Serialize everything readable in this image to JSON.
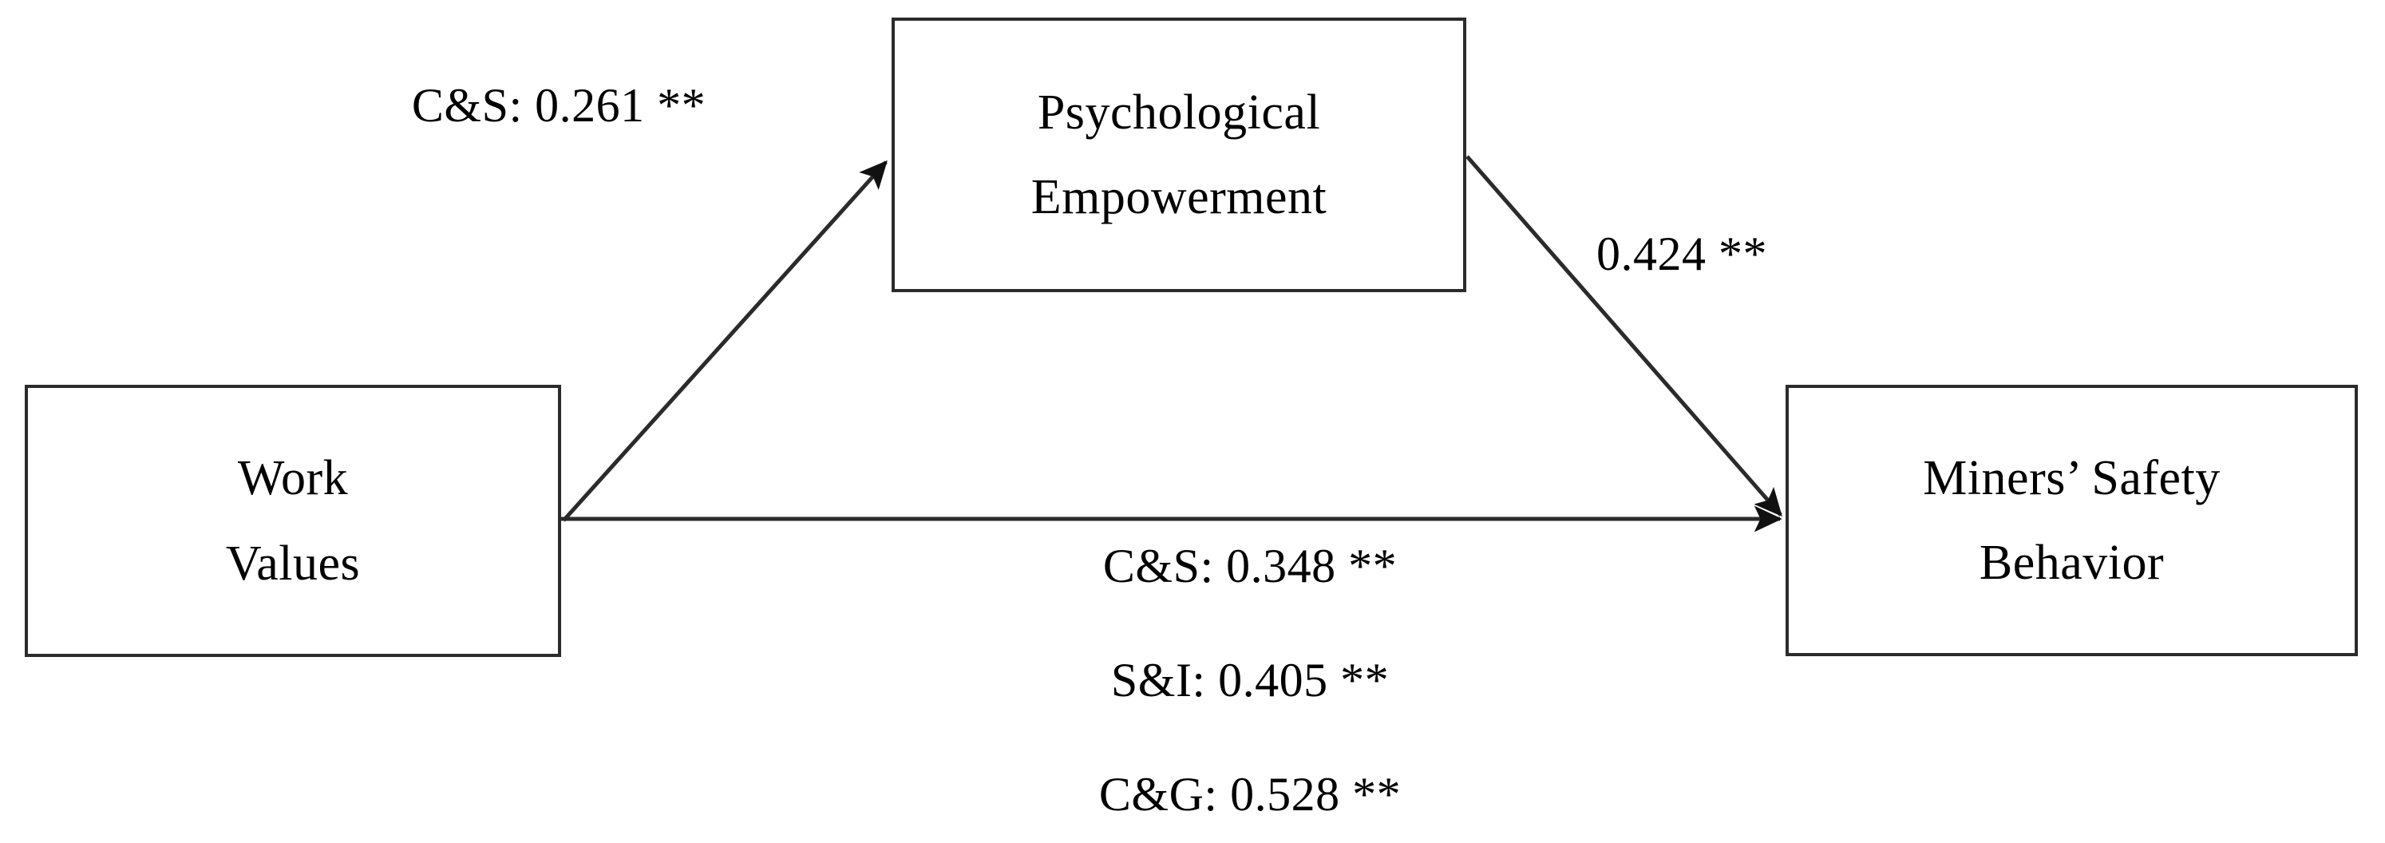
{
  "figure": {
    "type": "path-diagram",
    "background_color": "#ffffff",
    "stroke_color": "#2b2b2b",
    "text_color": "#000000"
  },
  "nodes": [
    {
      "id": "work-values",
      "lines": [
        "Work",
        "Values"
      ],
      "role": "independent-variable"
    },
    {
      "id": "psychological-empowerment",
      "lines": [
        "Psychological",
        "Empowerment"
      ],
      "role": "mediator"
    },
    {
      "id": "miners-safety-behavior",
      "lines": [
        "Miners’ Safety",
        "Behavior"
      ],
      "role": "dependent-variable"
    }
  ],
  "edges": [
    {
      "id": "wv-to-pe",
      "from": "work-values",
      "to": "psychological-empowerment",
      "label": "C&S: 0.261 **",
      "coefficient": 0.261,
      "predictor": "C&S",
      "significance": "**",
      "arrow": true
    },
    {
      "id": "pe-to-msb",
      "from": "psychological-empowerment",
      "to": "miners-safety-behavior",
      "label": "0.424 **",
      "coefficient": 0.424,
      "predictor": "",
      "significance": "**",
      "arrow": true
    },
    {
      "id": "wv-to-msb",
      "from": "work-values",
      "to": "miners-safety-behavior",
      "labels": [
        {
          "id": "cs",
          "label": "C&S: 0.348 **",
          "predictor": "C&S",
          "coefficient": 0.348,
          "significance": "**"
        },
        {
          "id": "si",
          "label": "S&I: 0.405 **",
          "predictor": "S&I",
          "coefficient": 0.405,
          "significance": "**"
        },
        {
          "id": "cg",
          "label": "C&G: 0.528 **",
          "predictor": "C&G",
          "coefficient": 0.528,
          "significance": "**"
        }
      ],
      "arrow": true
    }
  ]
}
